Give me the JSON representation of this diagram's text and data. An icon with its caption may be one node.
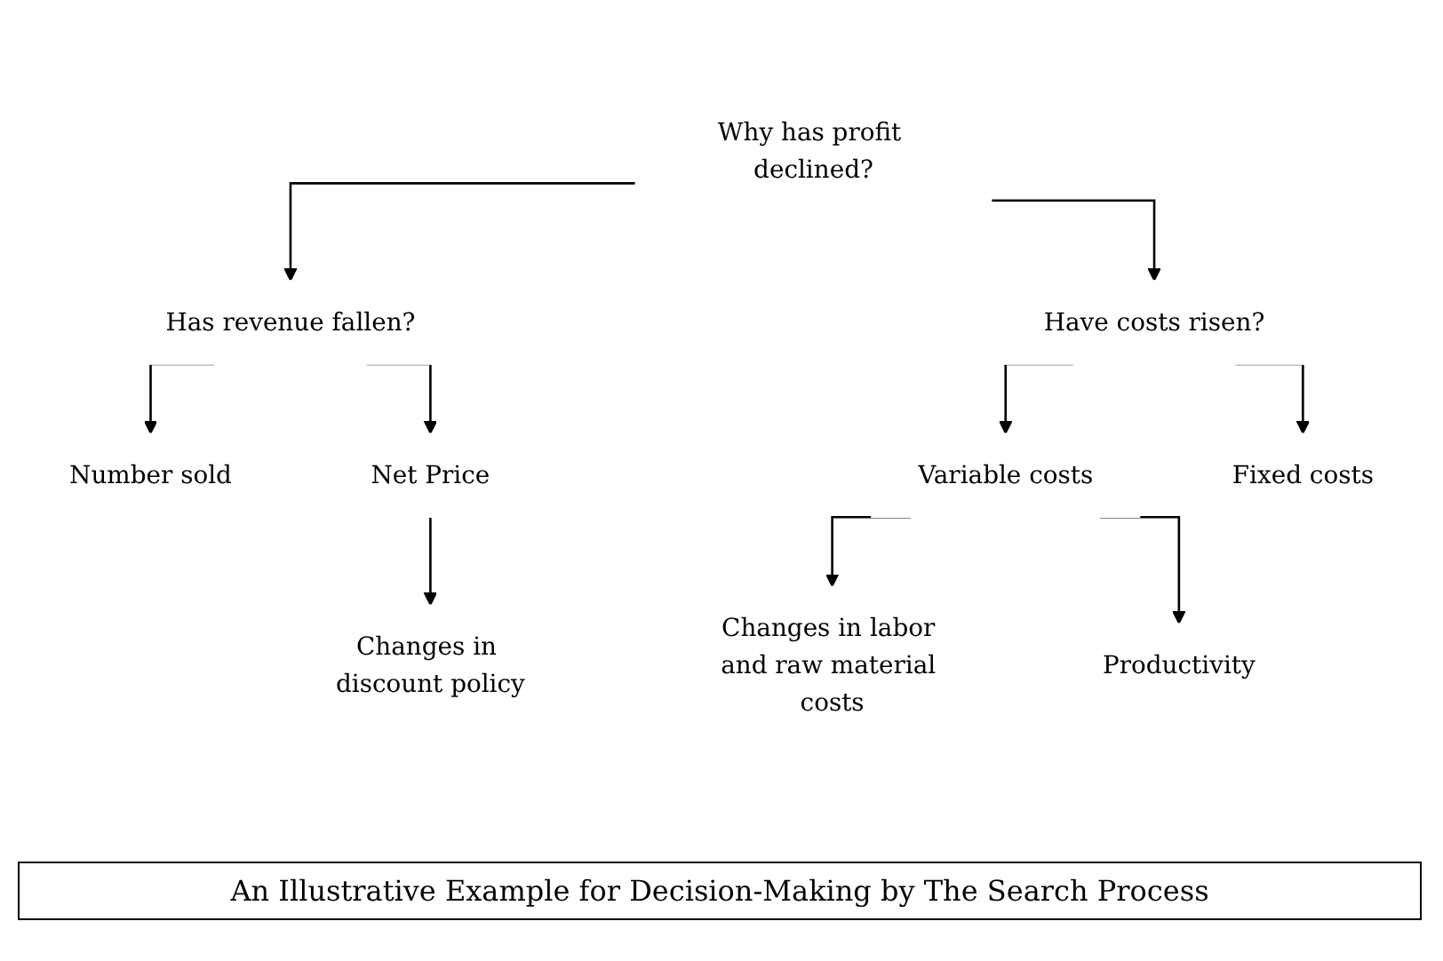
{
  "diagram": {
    "caption": "An Illustrative Example for Decision-Making by The Search Process",
    "nodes": [
      {
        "text": [
          "Why has profit declined?"
        ]
      },
      {
        "text": [
          "Has revenue fallen?"
        ]
      },
      {
        "text": [
          "Have costs risen?"
        ]
      },
      {
        "text": [
          "Number sold"
        ]
      },
      {
        "text": [
          "Net Price"
        ]
      },
      {
        "text": [
          "Variable costs"
        ]
      },
      {
        "text": [
          "Fixed costs"
        ]
      },
      {
        "text": [
          "Changes in discount policy"
        ]
      },
      {
        "text": [
          "Changes in labor and raw material costs"
        ]
      },
      {
        "text": [
          "Productivity"
        ]
      }
    ],
    "edges": [
      {
        "from": 0,
        "to": 1,
        "arrow": "to"
      },
      {
        "from": 0,
        "to": 2,
        "arrow": "to"
      },
      {
        "from": 1,
        "to": 3,
        "arrow": "to"
      },
      {
        "from": 1,
        "to": 4,
        "arrow": "to"
      },
      {
        "from": 2,
        "to": 5,
        "arrow": "to"
      },
      {
        "from": 2,
        "to": 6,
        "arrow": "to"
      },
      {
        "from": 4,
        "to": 7,
        "arrow": "to"
      },
      {
        "from": 5,
        "to": 8,
        "arrow": "to"
      },
      {
        "from": 5,
        "to": 9,
        "arrow": "to"
      }
    ]
  }
}
